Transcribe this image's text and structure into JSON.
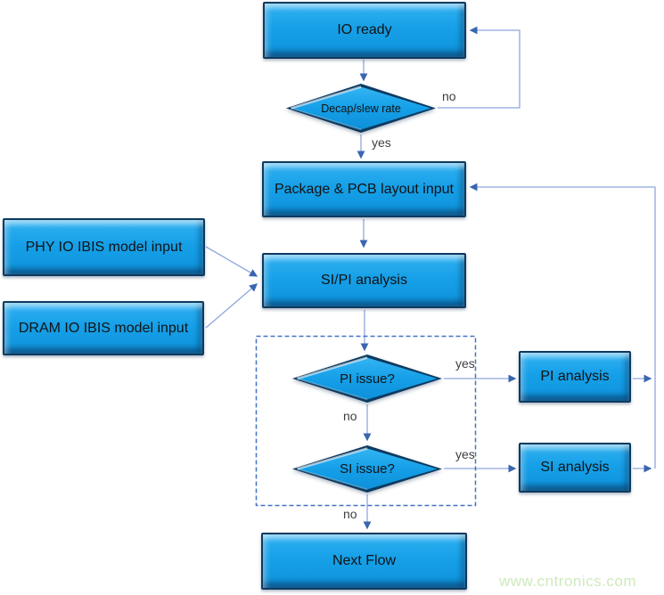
{
  "diagram": {
    "nodes": {
      "io_ready": {
        "label": "IO ready",
        "type": "process"
      },
      "decap": {
        "label": "Decap/slew rate",
        "type": "decision"
      },
      "package": {
        "label": "Package & PCB layout input",
        "type": "process"
      },
      "phy": {
        "label": "PHY IO IBIS model input",
        "type": "process"
      },
      "dram": {
        "label": "DRAM IO IBIS model input",
        "type": "process"
      },
      "sipi": {
        "label": "SI/PI analysis",
        "type": "process"
      },
      "pi_issue": {
        "label": "PI issue?",
        "type": "decision"
      },
      "si_issue": {
        "label": "SI issue?",
        "type": "decision"
      },
      "pi_analysis": {
        "label": "PI analysis",
        "type": "process"
      },
      "si_analysis": {
        "label": "SI analysis",
        "type": "process"
      },
      "next_flow": {
        "label": "Next Flow",
        "type": "process"
      }
    },
    "edge_labels": {
      "decap_no": "no",
      "decap_yes": "yes",
      "pi_yes": "yes",
      "pi_no": "no",
      "si_yes": "yes",
      "si_no": "no"
    },
    "colors": {
      "node_fill": "#16a0e8",
      "node_border": "#0d3a60",
      "connector": "#8fa8dc",
      "arrowhead": "#3a66b0",
      "dashed_border": "#4472c4",
      "edge_label_text": "#3f3f3f",
      "node_text": "#121212",
      "watermark": "#cdeabc"
    },
    "watermark": "www.cntronics.com"
  }
}
